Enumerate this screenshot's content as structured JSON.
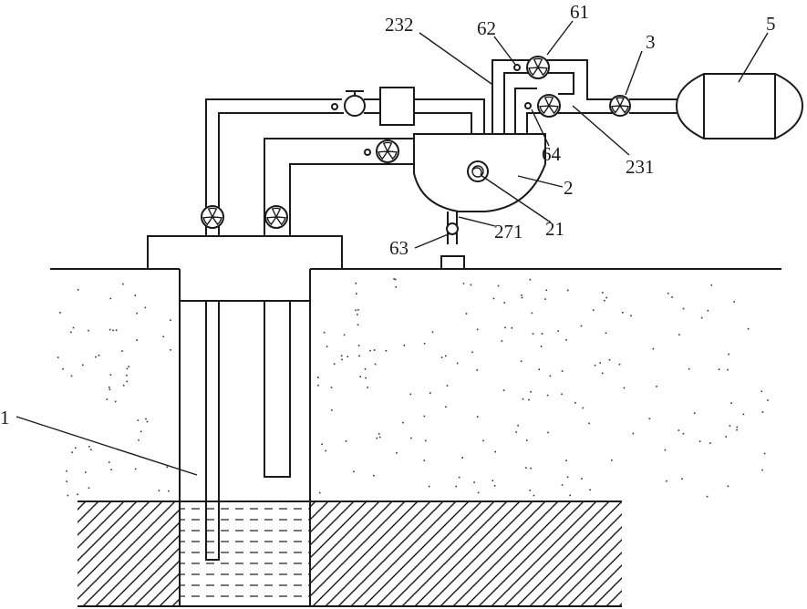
{
  "labels": {
    "well": "1",
    "tank": "2",
    "pump_3": "3",
    "vessel": "5",
    "pump_61": "61",
    "valve_62": "62",
    "valve_63": "63",
    "valve_64": "64",
    "stirrer": "21",
    "pipe_231": "231",
    "pipe_232": "232",
    "outlet_271": "271"
  },
  "colors": {
    "line": "#1a1a1a",
    "background": "#ffffff"
  }
}
